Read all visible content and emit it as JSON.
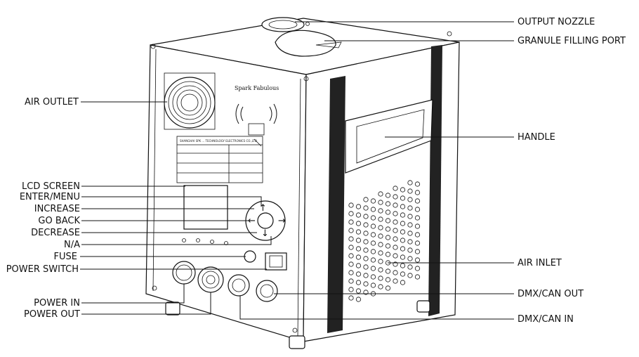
{
  "device": {
    "brand": "Spark Fabulous",
    "panel_small_text": "SHANGHAI SPK ... TECHNOLOGY ELECTRONICS CO.,LTD"
  },
  "labels": {
    "air_outlet": "AIR OUTLET",
    "lcd_screen": "LCD SCREEN",
    "enter_menu": "ENTER/MENU",
    "increase": "INCREASE",
    "go_back": "GO BACK",
    "decrease": "DECREASE",
    "na": "N/A",
    "fuse": "FUSE",
    "power_switch": "POWER SWITCH",
    "power_in": "POWER IN",
    "power_out": "POWER OUT",
    "output_nozzle": "OUTPUT NOZZLE",
    "granule_filling_port": "GRANULE FILLING PORT",
    "handle": "HANDLE",
    "air_inlet": "AIR INLET",
    "dmx_can_out": "DMX/CAN OUT",
    "dmx_can_in": "DMX/CAN IN"
  },
  "colors": {
    "line": "#111111",
    "background": "#ffffff"
  }
}
